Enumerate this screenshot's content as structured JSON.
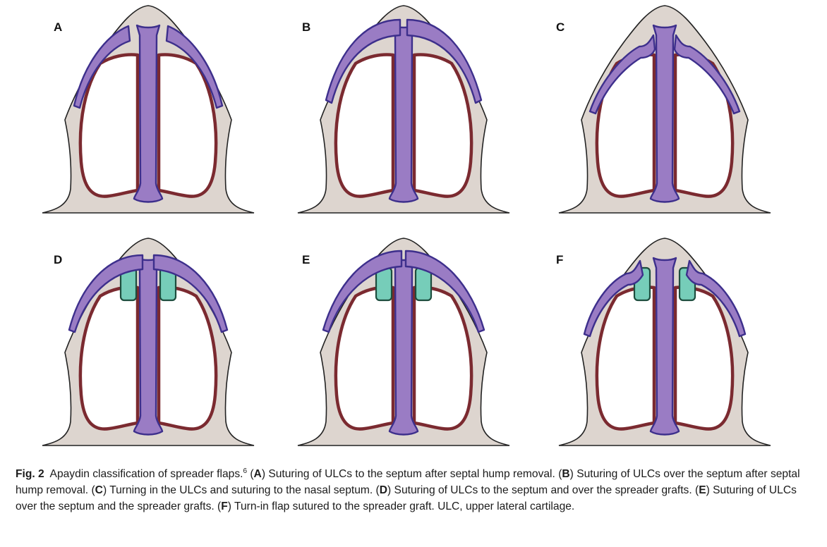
{
  "figure": {
    "panels": [
      {
        "label": "A",
        "variant": "over-none"
      },
      {
        "label": "B",
        "variant": "over-top"
      },
      {
        "label": "C",
        "variant": "turn-in"
      },
      {
        "label": "D",
        "variant": "grafts-side"
      },
      {
        "label": "E",
        "variant": "grafts-top"
      },
      {
        "label": "F",
        "variant": "grafts-turn-in"
      }
    ],
    "colors": {
      "skin": "#ddd5cf",
      "airway_outline": "#7b2a30",
      "cartilage_fill": "#9a7cc4",
      "cartilage_outline": "#3d2f8c",
      "graft_fill": "#76cdb9",
      "graft_outline": "#1d4d3e"
    }
  },
  "caption": {
    "fig_label": "Fig. 2",
    "lead": "Apaydin classification of spreader flaps.",
    "ref": "6",
    "items": [
      {
        "key": "A",
        "text": "Suturing of ULCs to the septum after septal hump removal."
      },
      {
        "key": "B",
        "text": "Suturing of ULCs over the septum after septal hump removal."
      },
      {
        "key": "C",
        "text": "Turning in the ULCs and suturing to the nasal septum."
      },
      {
        "key": "D",
        "text": "Suturing of ULCs to the septum and over the spreader grafts."
      },
      {
        "key": "E",
        "text": "Suturing of ULCs over the septum and the spreader grafts."
      },
      {
        "key": "F",
        "text": "Turn-in flap sutured to the spreader graft. ULC, upper lateral cartilage."
      }
    ]
  }
}
